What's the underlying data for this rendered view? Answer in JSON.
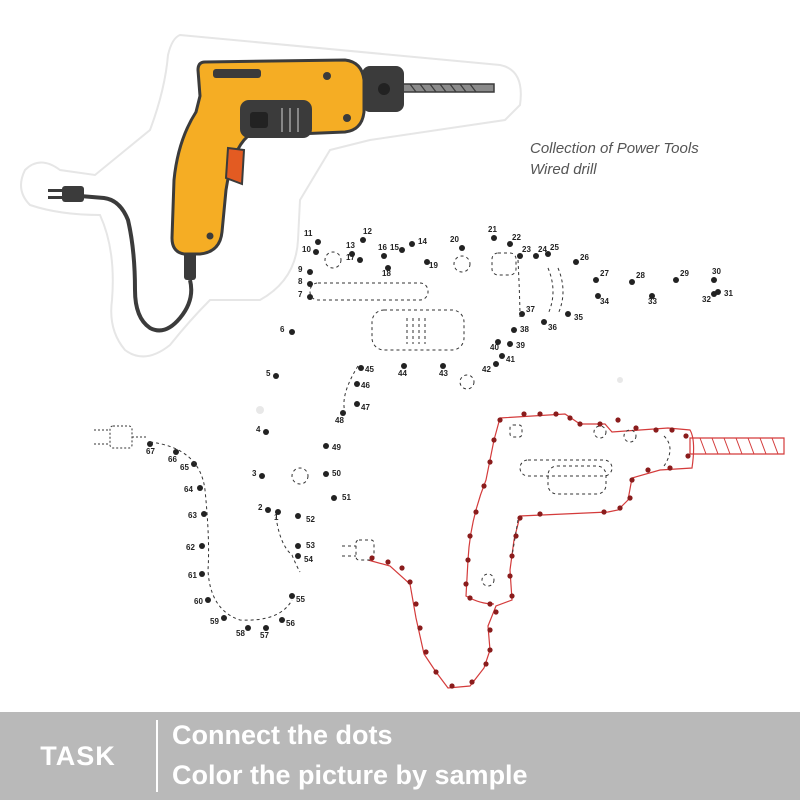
{
  "caption": {
    "line1": "Collection of Power Tools",
    "line2": "Wired drill"
  },
  "colors": {
    "drill_body": "#f5ad24",
    "drill_trigger": "#e35b22",
    "drill_dark": "#3b3b3b",
    "cord": "#3b3b3b",
    "sample_outline": "#d43b3b",
    "task_bar": "#b9b9b9",
    "task_text": "#ffffff"
  },
  "puzzle": {
    "dot_numbers": [
      "1",
      "2",
      "3",
      "4",
      "5",
      "6",
      "7",
      "8",
      "9",
      "10",
      "11",
      "12",
      "13",
      "14",
      "15",
      "16",
      "17",
      "18",
      "19",
      "20",
      "21",
      "22",
      "23",
      "24",
      "25",
      "26",
      "27",
      "28",
      "29",
      "30",
      "31",
      "32",
      "33",
      "34",
      "35",
      "36",
      "37",
      "38",
      "39",
      "40",
      "41",
      "42",
      "43",
      "44",
      "45",
      "46",
      "47",
      "48",
      "49",
      "50",
      "51",
      "52",
      "53",
      "54",
      "55",
      "56",
      "57",
      "58",
      "59",
      "60",
      "61",
      "62",
      "63",
      "64",
      "65",
      "66",
      "67"
    ]
  },
  "task": {
    "label": "TASK",
    "line1": "Connect the dots",
    "line2": "Color the picture by sample"
  }
}
